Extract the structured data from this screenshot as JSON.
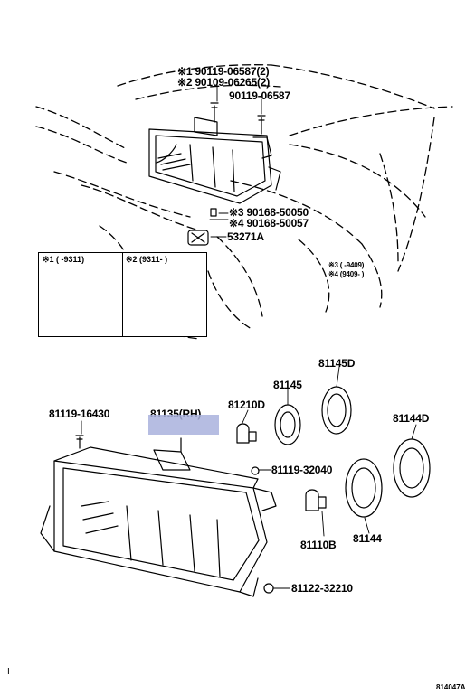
{
  "labels": {
    "p1": "※1 90119-06587(2)",
    "p2": "※2 90109-06265(2)",
    "p3": "90119-06587",
    "p4": "※3 90168-50050",
    "p5": "※4 90168-50057",
    "p6": "53271A",
    "p7": "81145D",
    "p8": "81145",
    "p9": "81210D",
    "p10": "81119-16430",
    "p11": "81135(RH)",
    "p12": "81144D",
    "p13": "81119-32040",
    "p14": "81110B",
    "p15": "81144",
    "p16": "81122-32210"
  },
  "inset_box": {
    "col1": "※1 (      -9311)",
    "col2": "※2 (9311-      )"
  },
  "notes": {
    "n1": "※3 (        -9409)",
    "n2": "※4 (9409-        )"
  },
  "footer": {
    "code": "814047A",
    "mark": "I"
  },
  "colors": {
    "line": "#000000",
    "highlight": "#a9b1dd",
    "background": "#ffffff"
  }
}
